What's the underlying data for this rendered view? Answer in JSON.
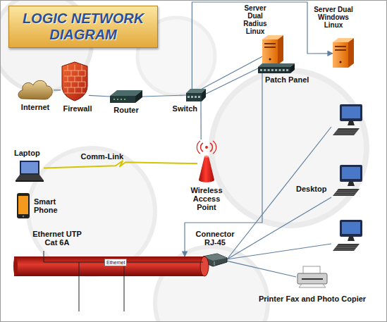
{
  "diagram": {
    "title": "LOGIC NETWORK DIAGRAM",
    "nodes": [
      {
        "text": [
          "Server Dual Radius Linux"
        ]
      },
      {
        "text": [
          "Server Dual Windows Linux"
        ]
      },
      {
        "text": [
          "Internet"
        ]
      },
      {
        "text": [
          "Firewall"
        ]
      },
      {
        "text": [
          "Router"
        ]
      },
      {
        "text": [
          "Switch"
        ]
      },
      {
        "text": [
          "Patch Panel"
        ]
      },
      {
        "text": [
          "Laptop"
        ]
      },
      {
        "text": [
          "Wireless Access Point"
        ]
      },
      {
        "text": [
          "Smart Phone"
        ]
      },
      {
        "text": [
          "Desktop"
        ]
      },
      {
        "text": [
          "Connector RJ-45"
        ]
      },
      {
        "text": [
          "Ethernet UTP Cat 6A",
          "Ethernet"
        ]
      },
      {
        "text": [
          "Printer Fax and Photo Copier"
        ]
      }
    ],
    "edges": [
      {
        "from": 2,
        "to": 3,
        "arrow": "none"
      },
      {
        "from": 3,
        "to": 4,
        "arrow": "none"
      },
      {
        "from": 4,
        "to": 5,
        "arrow": "none"
      },
      {
        "from": 5,
        "to": 0,
        "arrow": "none"
      },
      {
        "from": 5,
        "to": 1,
        "arrow": "to"
      },
      {
        "from": 5,
        "to": 6,
        "arrow": "none"
      },
      {
        "from": 5,
        "to": 8,
        "arrow": "none"
      },
      {
        "from": 7,
        "to": 8,
        "label": "Comm-Link",
        "arrow": "none"
      },
      {
        "from": 6,
        "to": 12,
        "arrow": "to"
      },
      {
        "from": 11,
        "to": 10,
        "arrow": "none"
      },
      {
        "from": 11,
        "to": 13,
        "arrow": "none"
      }
    ]
  }
}
